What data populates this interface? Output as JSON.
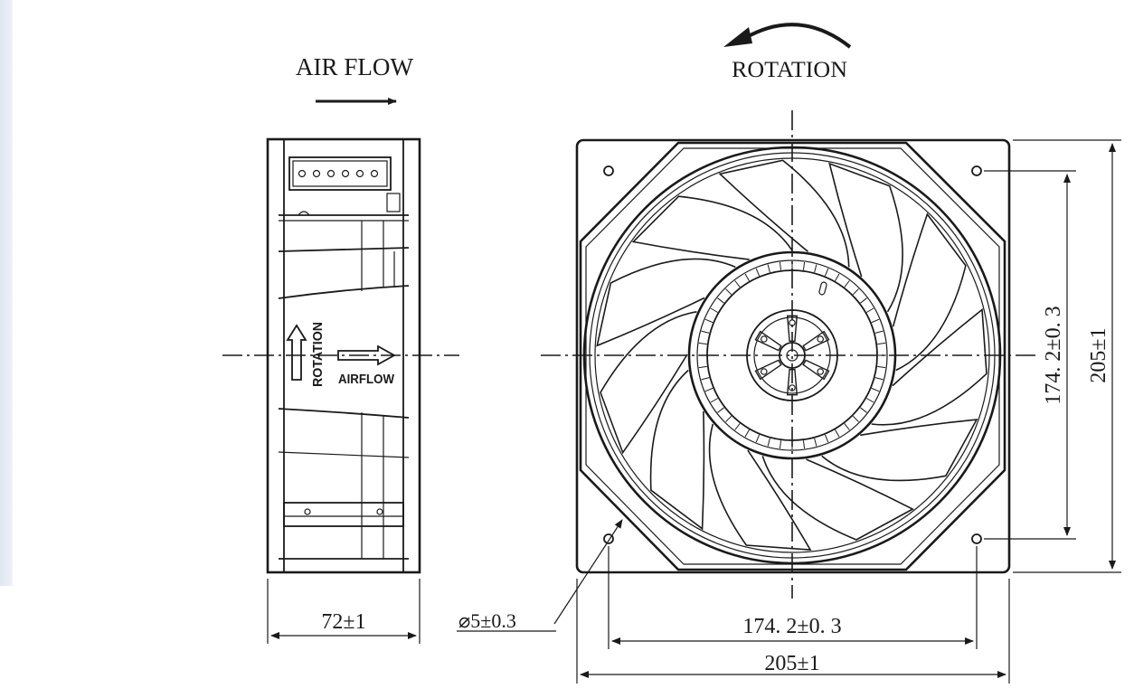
{
  "side_view": {
    "airflow_heading": "AIR FLOW",
    "label_rotation": "ROTATION",
    "label_airflow": "AIRFLOW",
    "depth_dim": "72±1"
  },
  "front_view": {
    "rotation_heading": "ROTATION",
    "hole_dia_dim": "⌀5±0.3",
    "hole_spacing_h": "174. 2±0. 3",
    "overall_width": "205±1",
    "hole_spacing_v": "174. 2±0. 3",
    "overall_height": "205±1",
    "blade_count": 11
  }
}
